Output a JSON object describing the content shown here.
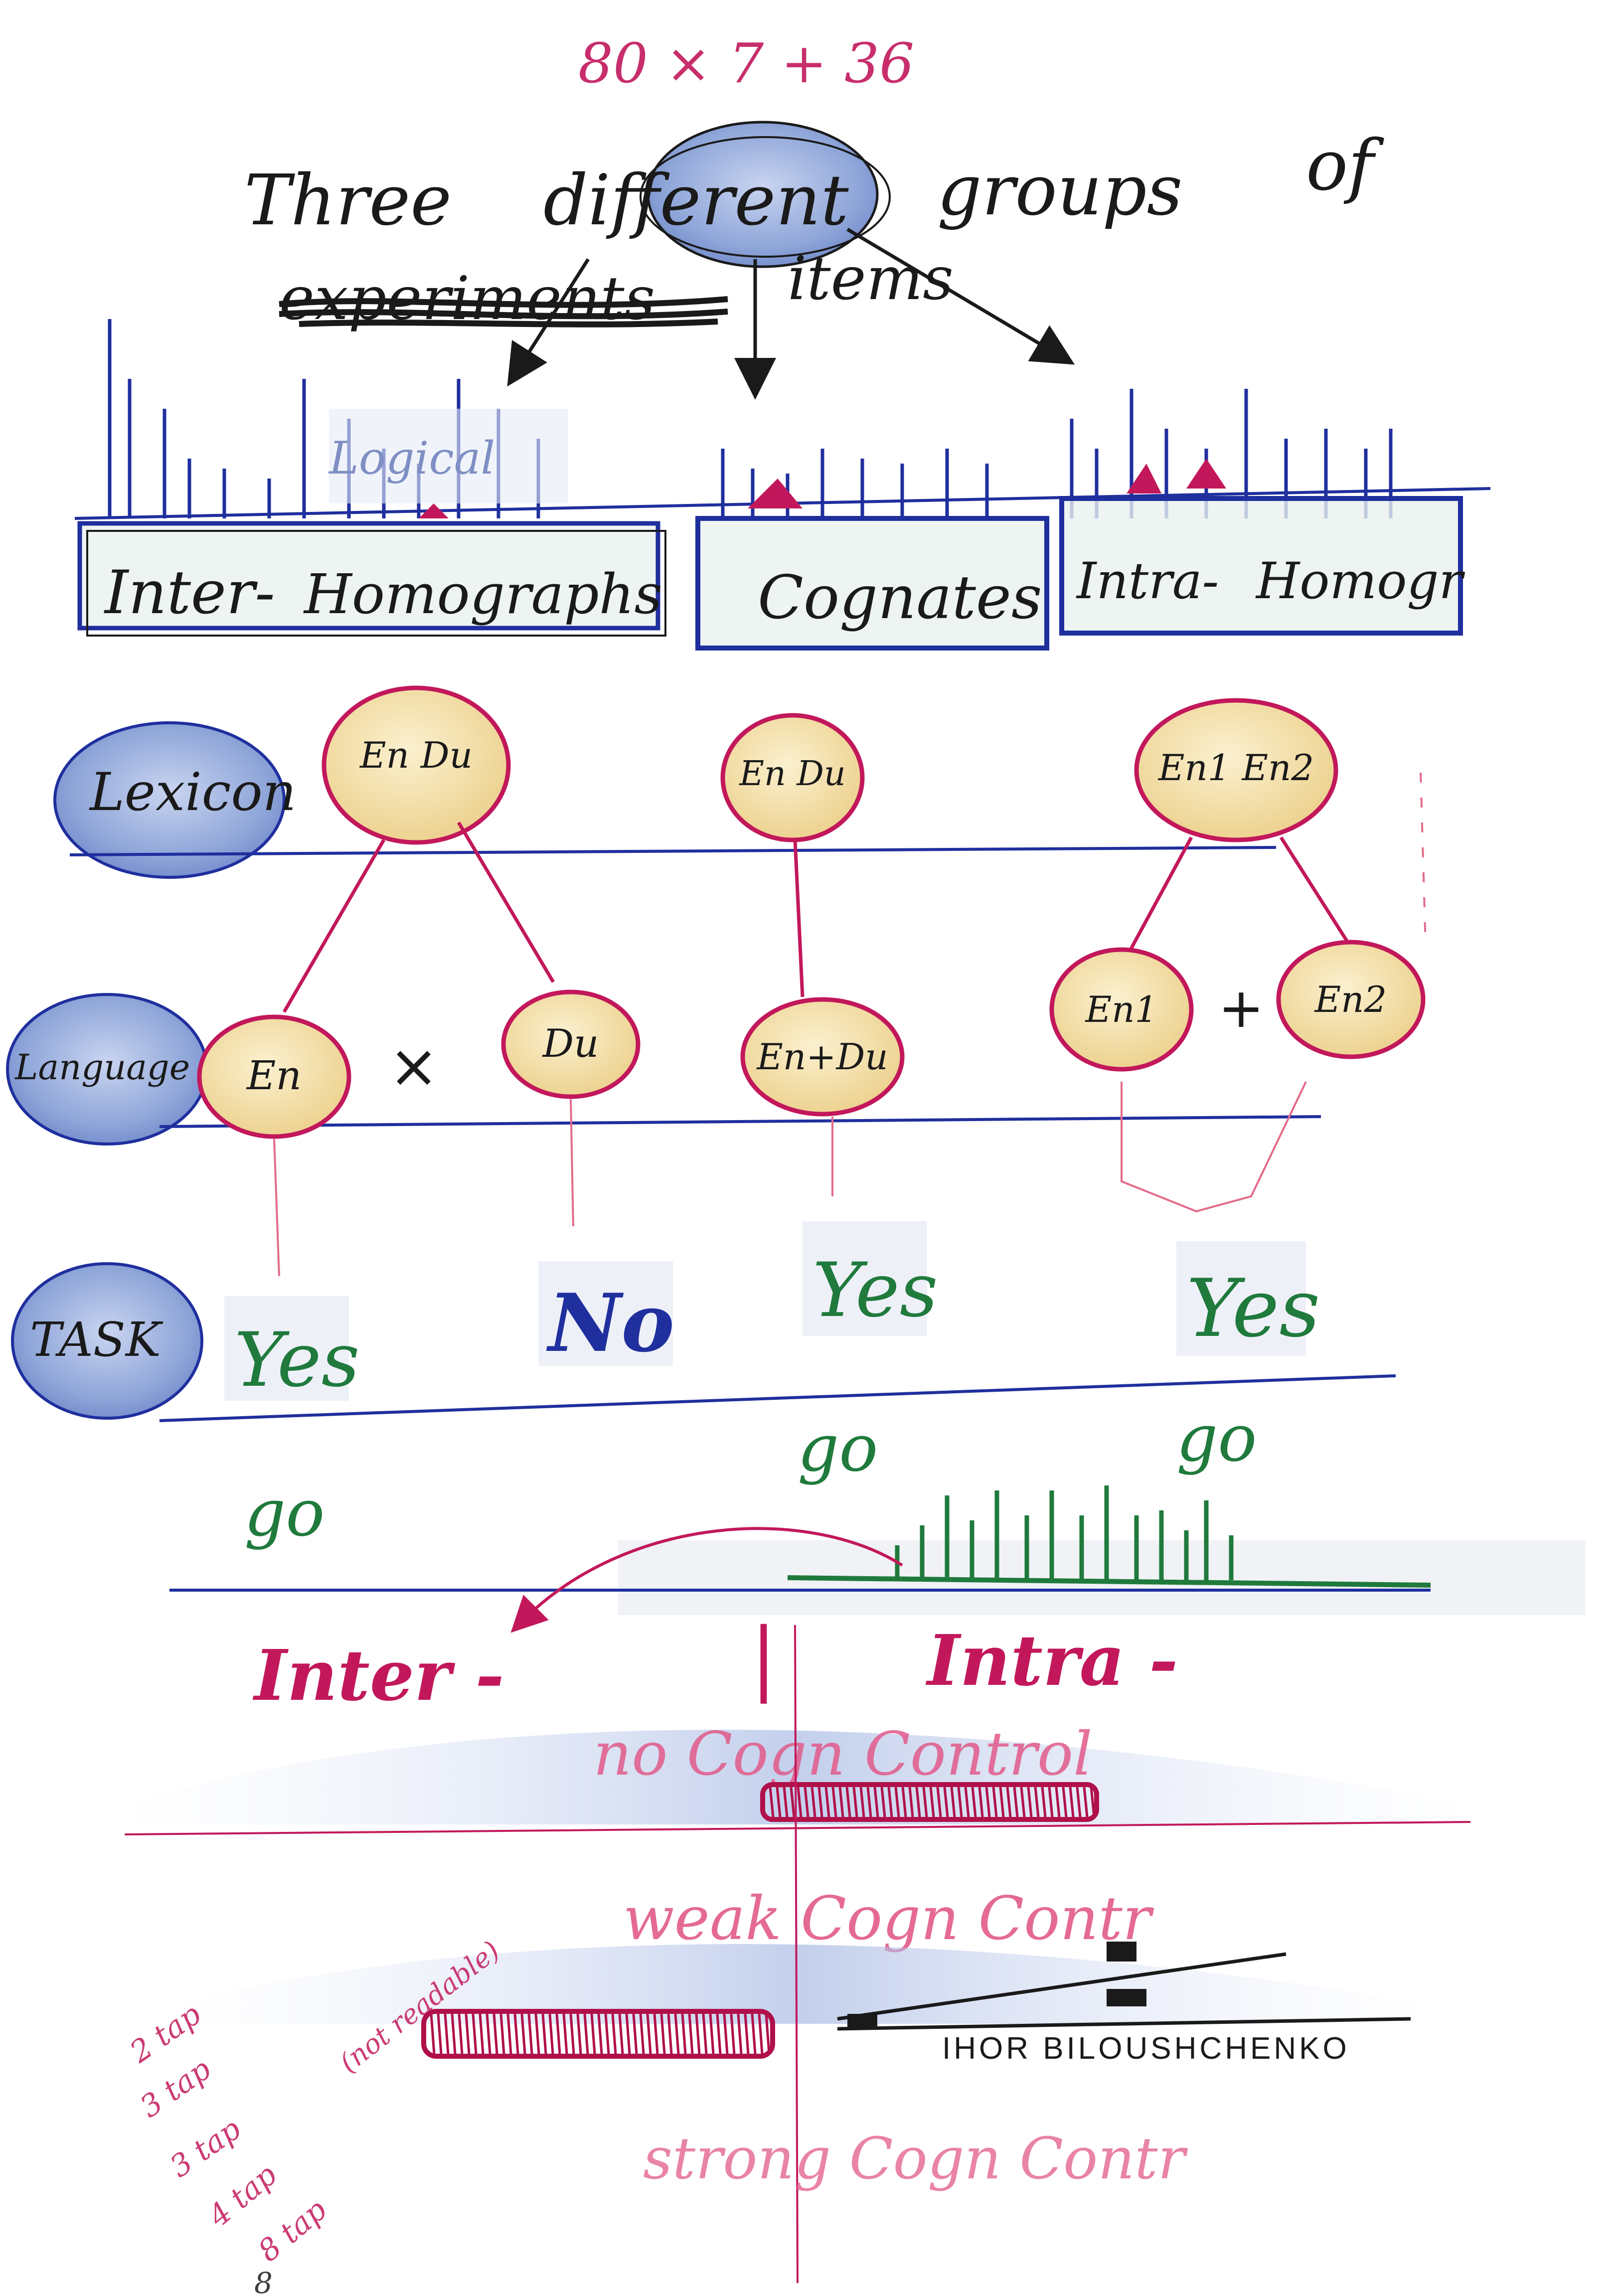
{
  "header": {
    "formula": "80 × 7 + 36",
    "title_words": [
      "Three",
      "different",
      "groups",
      "of"
    ],
    "struck_word": "experiments",
    "items_word": "items"
  },
  "groups": [
    {
      "label_a": "Inter-",
      "label_b": "Homographs"
    },
    {
      "label_a": "",
      "label_b": "Cognates"
    },
    {
      "label_a": "Intra-",
      "label_b": "Homogr"
    }
  ],
  "overlay_label": "Logical",
  "rows": {
    "lexicon": "Lexicon",
    "language": "Language",
    "task": "TASK"
  },
  "lexicon_nodes": [
    "En Du",
    "En Du",
    "En1 En2"
  ],
  "language_nodes": [
    "En",
    "Du",
    "En+Du",
    "En1",
    "En2"
  ],
  "operators": {
    "times": "×",
    "plus": "+"
  },
  "task_answers": [
    "Yes",
    "No",
    "Yes",
    "Yes"
  ],
  "go_labels": [
    "go",
    "go",
    "go"
  ],
  "bottom": {
    "inter": "Inter -",
    "intra": "Intra -",
    "divider": "|",
    "no_control": "no Cogn Control",
    "weak_control": "weak Cogn Contr",
    "strong_control": "strong Cogn Contr",
    "signature": "IHOR BILOUSHCHENKO"
  },
  "margin_notes": [
    "2 tap",
    "3 tap",
    "3 tap",
    "4 tap",
    "8 tap",
    "(not readable)",
    "8"
  ],
  "colors": {
    "ink_black": "#1a1a1a",
    "ink_blue": "#1f2f9e",
    "ink_red": "#c2185b",
    "ink_green": "#1f7a3c",
    "wash_blue": "#8fa6d9",
    "wash_yellow": "#f4dfa6"
  }
}
